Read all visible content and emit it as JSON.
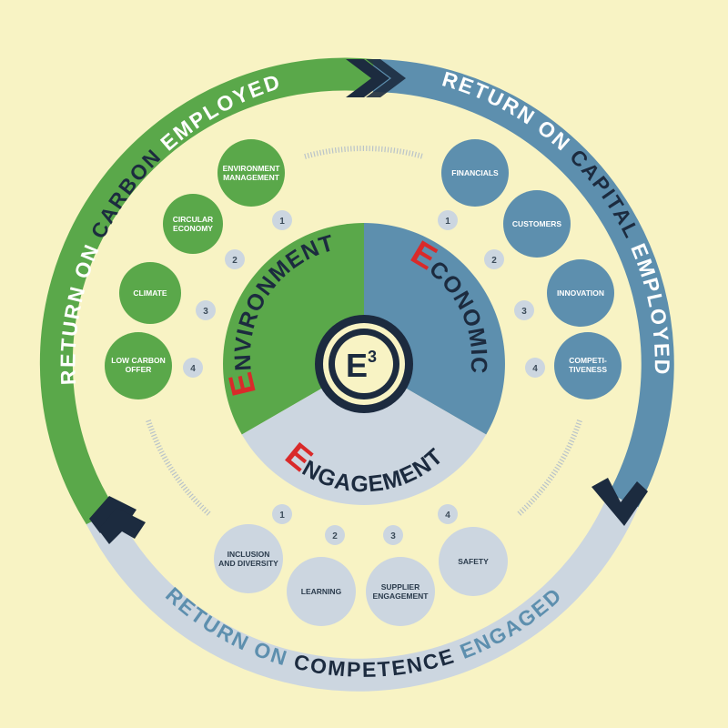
{
  "colors": {
    "background": "#f8f3c4",
    "green": "#5aa84a",
    "blue": "#5d8fae",
    "light": "#ccd6e0",
    "navy": "#1c2b3f",
    "red": "#d92a2a"
  },
  "center": {
    "label": "E",
    "superscript": "3"
  },
  "sections": {
    "environment": {
      "initial": "E",
      "rest": "NVIRONMENT"
    },
    "economic": {
      "initial": "E",
      "rest": "CONOMIC"
    },
    "engagement": {
      "initial": "E",
      "rest": "NGAGEMENT"
    }
  },
  "arcs": {
    "carbon": {
      "parts": [
        "RETURN ON ",
        "CARBON",
        " EMPLOYED"
      ]
    },
    "capital": {
      "parts": [
        "RETURN ON ",
        "CAPITAL",
        " EMPLOYED"
      ]
    },
    "competence": {
      "parts": [
        "RETURN ON ",
        "COMPETENCE",
        " ENGAGED"
      ]
    }
  },
  "environment_items": [
    {
      "num": "1",
      "lines": [
        "ENVIRONMENT",
        "MANAGEMENT"
      ]
    },
    {
      "num": "2",
      "lines": [
        "CIRCULAR",
        "ECONOMY"
      ]
    },
    {
      "num": "3",
      "lines": [
        "CLIMATE"
      ]
    },
    {
      "num": "4",
      "lines": [
        "LOW CARBON",
        "OFFER"
      ]
    }
  ],
  "economic_items": [
    {
      "num": "1",
      "lines": [
        "FINANCIALS"
      ]
    },
    {
      "num": "2",
      "lines": [
        "CUSTOMERS"
      ]
    },
    {
      "num": "3",
      "lines": [
        "INNOVATION"
      ]
    },
    {
      "num": "4",
      "lines": [
        "COMPETI-",
        "TIVENESS"
      ]
    }
  ],
  "engagement_items": [
    {
      "num": "1",
      "lines": [
        "INCLUSION",
        "AND DIVERSITY"
      ]
    },
    {
      "num": "2",
      "lines": [
        "LEARNING"
      ]
    },
    {
      "num": "3",
      "lines": [
        "SUPPLIER",
        "ENGAGEMENT"
      ]
    },
    {
      "num": "4",
      "lines": [
        "SAFETY"
      ]
    }
  ]
}
